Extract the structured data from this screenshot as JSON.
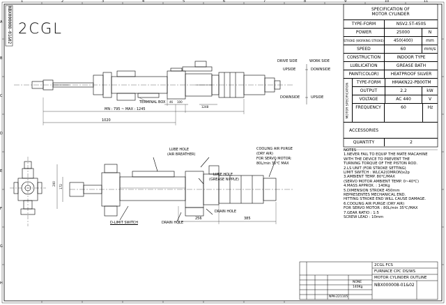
{
  "drawing_number_vertical": "NBX000008-01&02",
  "model_title": "2CGL",
  "spec": {
    "title1": "SPECIFICATION OF",
    "title2": "MOTOR CYLINDER",
    "rows": [
      {
        "label": "TYPE-FORM",
        "value": "NSV2.5T-450S",
        "unit": ""
      },
      {
        "label": "POWER",
        "value": "25000",
        "unit": "N"
      },
      {
        "label": "STROKE (WORKING STROKE)",
        "value": "450(400)",
        "unit": "mm"
      },
      {
        "label": "SPEED",
        "value": "60",
        "unit": "mm/s"
      },
      {
        "label": "CONSTRUCTION",
        "value": "INDOOR TYPE",
        "unit": ""
      },
      {
        "label": "LUBLICATION",
        "value": "GREASE BATH",
        "unit": ""
      },
      {
        "label": "PAINT(COLOR)",
        "value": "HEATPROOF SILVER",
        "unit": ""
      }
    ],
    "motor_label": "MOTOR SPECIFICATION",
    "motor_rows": [
      {
        "label": "TYPE-FORM",
        "value": "HMAKN22-PB00TM",
        "unit": ""
      },
      {
        "label": "OUTPUT",
        "value": "2.2",
        "unit": "kW"
      },
      {
        "label": "VOLTAGE",
        "value": "AC 440",
        "unit": "V"
      },
      {
        "label": "FREQUENCY",
        "value": "60",
        "unit": "Hz"
      }
    ],
    "accessories": "ACCESSORIES",
    "quantity_label": "QUANTITY",
    "quantity_value": "2"
  },
  "notes": [
    "NOTES",
    "1.NEVER FAIL TO EQUIP THE MATE MACAHINE",
    "   WITH THE DEVICE TO PREVENT THE",
    "   TURNING TORQUE OF THE PISTON ROD.",
    "2.LS UNIT (FOR STROKE SETTING)",
    "   LIMIT SWITCH : WLCA2(OMRON)x2p",
    "3.AMBIENT TEMP. 80℃/MAX",
    "   (SERVO MOTOR AMBIENT TEMP. 0~40℃)",
    "4.MASS APPROX. : 140Kg",
    "5.DIMENSION STROKE 450mm",
    "   REPRESENTES MECHANICAL END.",
    "   HITTING STROKE END WILL CAUSE DAMAGE.",
    "6.COOLING AIR PURGE (DRY AIR)",
    "   FOR SERVO MOTOR : 80L/min 35℃/MAX",
    "7.GEAR RATIO : 1:5",
    "   SCREW LEAD : 10mm"
  ],
  "top_view": {
    "terminal_box": "TERMINAL BOX",
    "dim_46": "46",
    "dim_100": "100",
    "dim_mn_mx": "MN : 795 ~ MAX : 1245",
    "dim_1020": "1020",
    "dim_1248": "1248",
    "drive_side": "DRIVE SIDE",
    "work_side": "WORK SIDE",
    "upside_l": "UPSIDE",
    "downside_r": "DOWNSIDE",
    "downside_l": "DOWNSIDE",
    "upside_r": "UPSIDE"
  },
  "side_view": {
    "lube_hole_air": "LUBE HOLE",
    "air_breather": "(AIR BREATHER)",
    "lube_hole_grease": "LUBE HOLE",
    "grease_nipple": "(GREASE NIPPLE)",
    "cooling1": "COOLING AIR PURGE",
    "cooling2": "(DRY AIR)",
    "cooling3": "FOR SERVO MOTOR:",
    "cooling4": "80L/min 35℃ MAX",
    "drain_hole": "DRAIN HOLE",
    "drain_hole2": "DRAIN HOLE",
    "limit_switch": "D-LIMIT SWITCH",
    "dim_256": "256",
    "dim_385": "385",
    "dim_200": "200",
    "dim_172": "172"
  },
  "grid_numbers": [
    "1",
    "2",
    "3",
    "4",
    "5",
    "6",
    "7",
    "8",
    "9",
    "10",
    "11"
  ],
  "grid_letters": [
    "A",
    "B",
    "C",
    "D",
    "E",
    "F",
    "G",
    "H"
  ],
  "title_block": {
    "l1": "2CGL FCS",
    "l2": "FURNACE CPC DS/WS",
    "l3": "MOTOR CYLINDER OUTLINE",
    "scale": "NONE",
    "mass": "140Kg",
    "dwg_no": "NBX000008-01&02",
    "ref": "NPK-221105"
  }
}
